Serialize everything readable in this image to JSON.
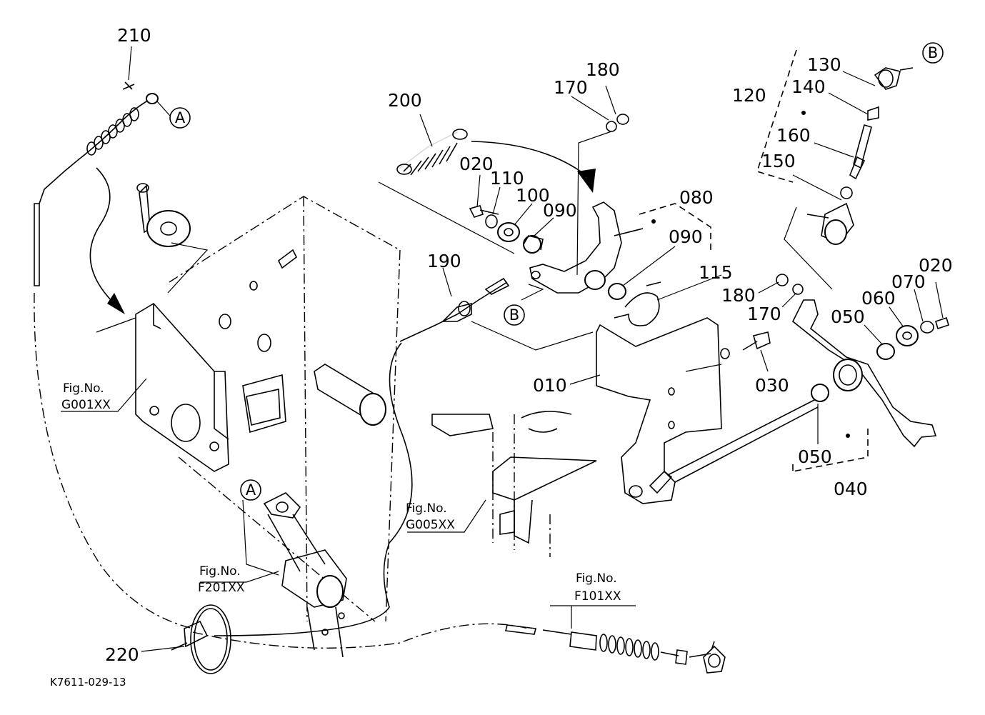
{
  "diagram": {
    "drawing_code": "K7611-029-13",
    "part_labels": [
      {
        "id": "p210",
        "text": "210"
      },
      {
        "id": "p200",
        "text": "200"
      },
      {
        "id": "p180a",
        "text": "180"
      },
      {
        "id": "p170a",
        "text": "170"
      },
      {
        "id": "p020a",
        "text": "020"
      },
      {
        "id": "p110",
        "text": "110"
      },
      {
        "id": "p100",
        "text": "100"
      },
      {
        "id": "p090a",
        "text": "090"
      },
      {
        "id": "p080",
        "text": "080"
      },
      {
        "id": "p090b",
        "text": "090"
      },
      {
        "id": "p115",
        "text": "115"
      },
      {
        "id": "p190",
        "text": "190"
      },
      {
        "id": "p010",
        "text": "010"
      },
      {
        "id": "p030",
        "text": "030"
      },
      {
        "id": "p180b",
        "text": "180"
      },
      {
        "id": "p170b",
        "text": "170"
      },
      {
        "id": "p130",
        "text": "130"
      },
      {
        "id": "p120",
        "text": "120"
      },
      {
        "id": "p140",
        "text": "140"
      },
      {
        "id": "p160",
        "text": "160"
      },
      {
        "id": "p150",
        "text": "150"
      },
      {
        "id": "p050a",
        "text": "050"
      },
      {
        "id": "p060",
        "text": "060"
      },
      {
        "id": "p070",
        "text": "070"
      },
      {
        "id": "p020b",
        "text": "020"
      },
      {
        "id": "p050b",
        "text": "050"
      },
      {
        "id": "p040",
        "text": "040"
      },
      {
        "id": "p220",
        "text": "220"
      }
    ],
    "callouts": [
      {
        "id": "cA1",
        "text": "A"
      },
      {
        "id": "cA2",
        "text": "A"
      },
      {
        "id": "cB1",
        "text": "B"
      },
      {
        "id": "cB2",
        "text": "B"
      }
    ],
    "figure_refs": [
      {
        "id": "fG001",
        "line1": "Fig.No.",
        "line2": "G001XX"
      },
      {
        "id": "fG005",
        "line1": "Fig.No.",
        "line2": "G005XX"
      },
      {
        "id": "fF201",
        "line1": "Fig.No.",
        "line2": "F201XX"
      },
      {
        "id": "fF101",
        "line1": "Fig.No.",
        "line2": "F101XX"
      }
    ]
  }
}
